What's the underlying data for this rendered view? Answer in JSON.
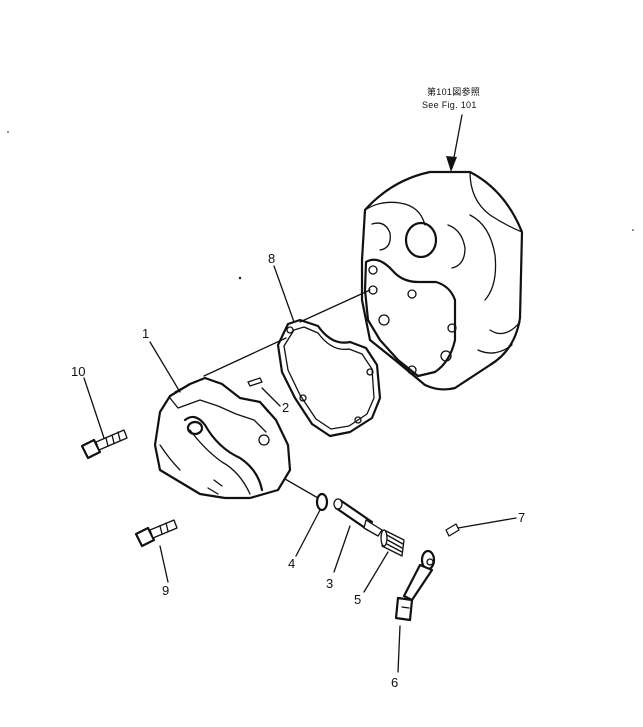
{
  "reference_note": {
    "line_jp": "第101図参照",
    "line_en": "See Fig. 101"
  },
  "callouts": [
    {
      "id": "1",
      "label": "1"
    },
    {
      "id": "2",
      "label": "2"
    },
    {
      "id": "3",
      "label": "3"
    },
    {
      "id": "4",
      "label": "4"
    },
    {
      "id": "5",
      "label": "5"
    },
    {
      "id": "6",
      "label": "6"
    },
    {
      "id": "7",
      "label": "7"
    },
    {
      "id": "8",
      "label": "8"
    },
    {
      "id": "9",
      "label": "9"
    },
    {
      "id": "10",
      "label": "10"
    }
  ]
}
